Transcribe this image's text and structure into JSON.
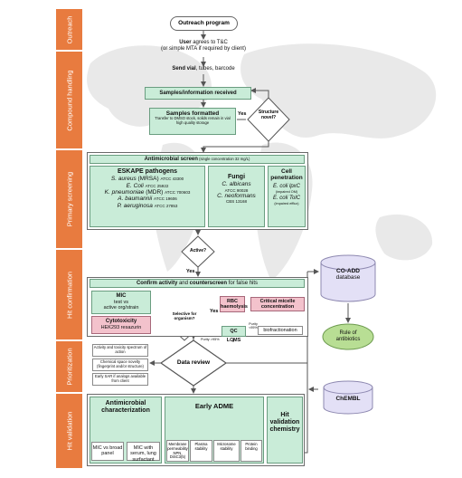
{
  "lanes": [
    "Outreach",
    "Compound handling",
    "Primary screening",
    "Hit confirmation",
    "Prioritization",
    "Hit validation"
  ],
  "outreach": {
    "program": "Outreach program",
    "agree_bold": "User",
    "agree_rest": " agrees to T&C",
    "agree_line2": "(or simple MTA if required by client)"
  },
  "handling": {
    "send_bold": "Send vial",
    "send_rest": ", tubes, barcode",
    "received": "Samples/information received",
    "formatted": "Samples formatted",
    "formatted_note1": "Transfer to DMSO stock, solids remain in vial",
    "formatted_note2": "high quality storage",
    "novel": "Structure novel?",
    "yes": "Yes"
  },
  "primary": {
    "screen_title": "Antimicrobial screen",
    "screen_note": " (single concentration 32 mg/L)",
    "eskape_title": "ESKAPE pathogens",
    "eskape": [
      {
        "name": "S. aureus",
        "extra": " (MRSA) ",
        "code": "ATCC 43300"
      },
      {
        "name": "E. Coli",
        "extra": " ",
        "code": "ATCC 25922"
      },
      {
        "name": "K. pneumoniae",
        "extra": " (MDR) ",
        "code": "ATCC 700603"
      },
      {
        "name": "A. baumannii",
        "extra": " ",
        "code": "ATCC 19606"
      },
      {
        "name": "P. aeruginosa",
        "extra": " ",
        "code": "ATCC 27853"
      }
    ],
    "fungi_title": "Fungi",
    "fungi": [
      {
        "name": "C. albicans",
        "code": "ATCC 90028"
      },
      {
        "name": "C. neoformans",
        "code": "CBS 13168"
      }
    ],
    "cell_title": "Cell penetration",
    "cell": [
      {
        "name": "E. coli lpxC",
        "note": "(impaired OM)"
      },
      {
        "name": "E. coli TolC",
        "note": "(impaired efflux)"
      }
    ],
    "active": "Active?",
    "yes": "Yes"
  },
  "confirm": {
    "title_a": "Confirm activity",
    "title_b": " and ",
    "title_c": "counterscreen",
    "title_d": " for false hits",
    "mic_title": "MIC",
    "mic_l1": "test vs",
    "mic_l2": "active org/strain",
    "cyto_title": "Cytotoxicity",
    "cyto_sub": "HEK293 resazurin",
    "selective": "Selective for organism?",
    "yes": "Yes",
    "rbc_l1": "RBC",
    "rbc_l2": "haemolysis",
    "cmc_l1": "Critical micelle",
    "cmc_l2": "concentration",
    "qc": "QC LCMS",
    "bio": "biofractionation",
    "purity1": "Purity >95%",
    "purity2_l1": "Purity",
    "purity2_l2": "<95%"
  },
  "prior": {
    "item1": "Activity and toxicity spectrum of action",
    "item2": "Chemical  space novelty (fingerprint and/or structure)",
    "item3": "Early SAR if analogs available from client",
    "review": "Data review"
  },
  "validation": {
    "amc_title": "Antimicrobial characterization",
    "amc1": "MIC vs broad panel",
    "amc2": "MIC with serum, lung surfactant",
    "adme_title": "Early ADME",
    "adme": [
      "Membrane permeability NPN, DiSC3(5)",
      "Plasma stability",
      "Microsome stability",
      "Protein binding"
    ],
    "hit_title": "Hit validation chemistry"
  },
  "right": {
    "coadd_l1": "CO-ADD",
    "coadd_l2": "database",
    "rule_l1": "Rule of",
    "rule_l2": "antibiotics",
    "chembl": "ChEMBL"
  },
  "colors": {
    "lane": "#e87b3f",
    "green": "#c9ecd8",
    "pink": "#f3c2cc",
    "database": "#e3e0f6",
    "rule": "#b8de94"
  }
}
